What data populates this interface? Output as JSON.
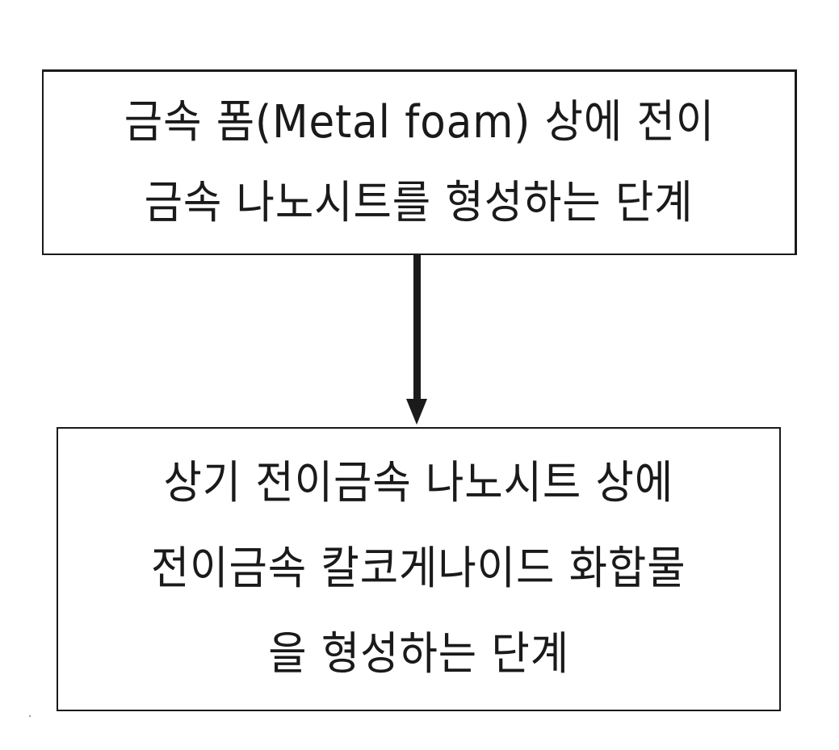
{
  "diagram": {
    "type": "flowchart",
    "steps": [
      {
        "id": "step-1",
        "lines": [
          "금속 폼(Metal foam) 상에 전이",
          "금속 나노시트를 형성하는 단계"
        ]
      },
      {
        "id": "step-2",
        "lines": [
          "상기 전이금속 나노시트 상에",
          "전이금속 칼코게나이드 화합물",
          "을 형성하는 단계"
        ]
      }
    ],
    "connectors": [
      {
        "from": "step-1",
        "to": "step-2",
        "icon": "down-arrow-icon"
      }
    ],
    "colors": {
      "stroke": "#1a1a1a",
      "background": "#ffffff",
      "text": "#1a1a1a"
    }
  }
}
